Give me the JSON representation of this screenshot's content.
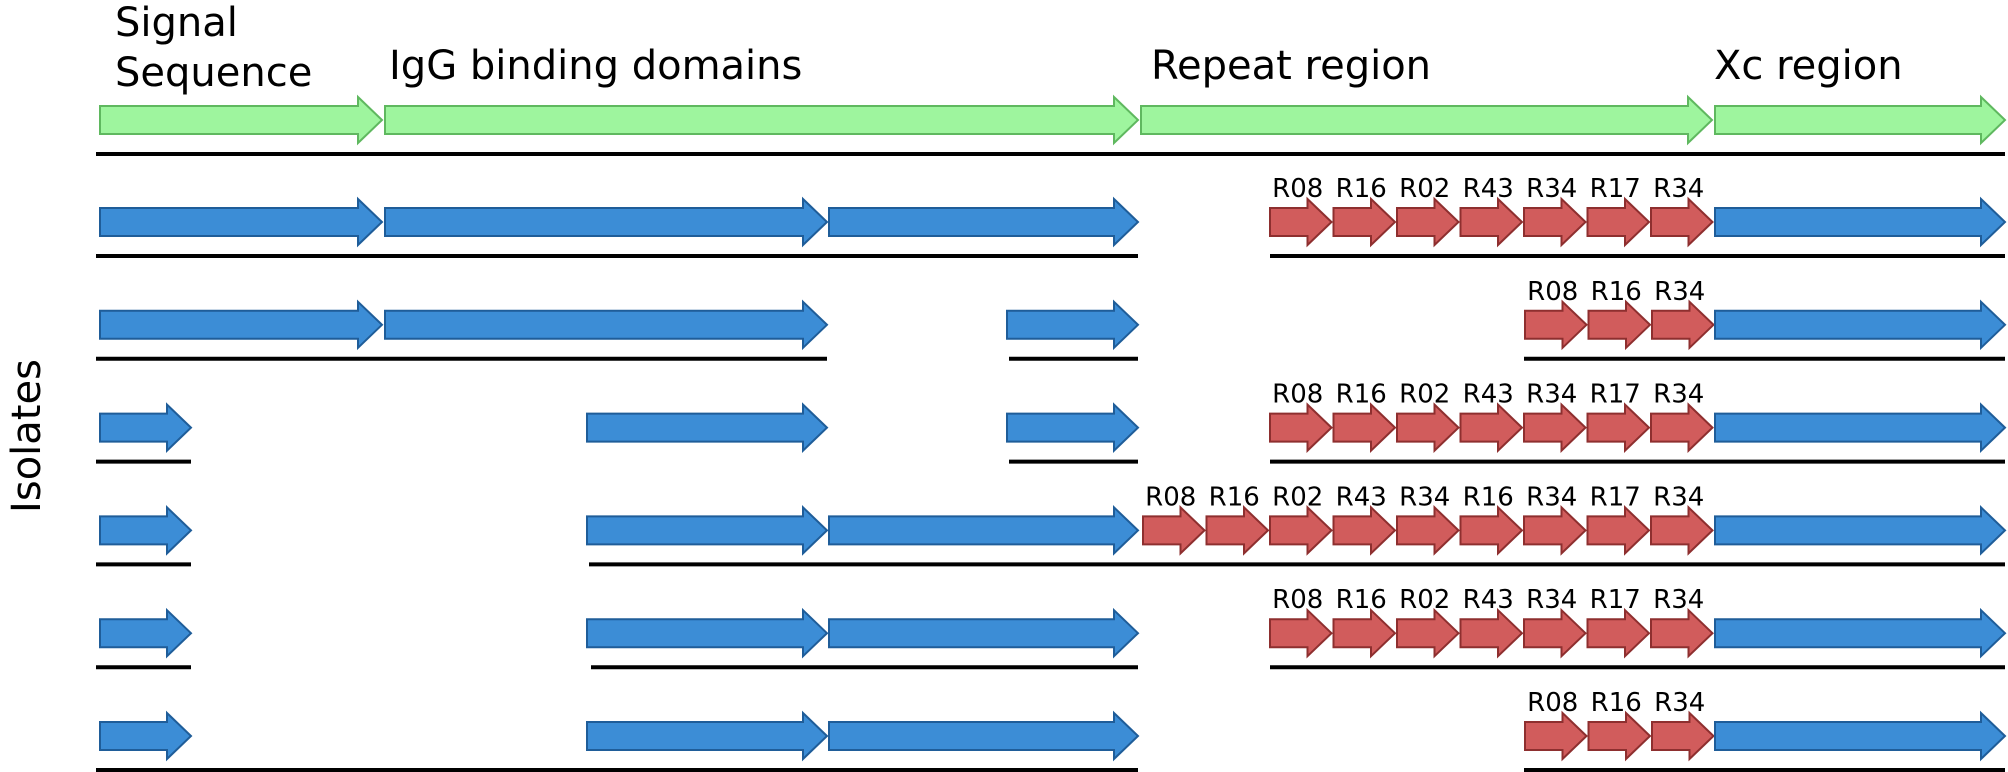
{
  "diagram": {
    "y_axis_label": "Isolates",
    "colors": {
      "domain_track": "#9ef59e",
      "domain_track_stroke": "#5fb85f",
      "segment": "#3c8dd6",
      "segment_stroke": "#1f5d99",
      "repeat": "#d15c5c",
      "repeat_stroke": "#8e2f2f",
      "line": "#000000"
    },
    "regions": [
      {
        "name": "signal",
        "label_lines": [
          "Signal",
          "Sequence"
        ]
      },
      {
        "name": "igg",
        "label_lines": [
          "IgG binding domains"
        ]
      },
      {
        "name": "repeat",
        "label_lines": [
          "Repeat region"
        ]
      },
      {
        "name": "xc",
        "label_lines": [
          "Xc region"
        ]
      }
    ],
    "isolates": [
      {
        "repeats": [
          "R08",
          "R16",
          "R02",
          "R43",
          "R34",
          "R17",
          "R34"
        ]
      },
      {
        "repeats": [
          "R08",
          "R16",
          "R34"
        ]
      },
      {
        "repeats": [
          "R08",
          "R16",
          "R02",
          "R43",
          "R34",
          "R17",
          "R34"
        ]
      },
      {
        "repeats": [
          "R08",
          "R16",
          "R02",
          "R43",
          "R34",
          "R16",
          "R34",
          "R17",
          "R34"
        ]
      },
      {
        "repeats": [
          "R08",
          "R16",
          "R02",
          "R43",
          "R34",
          "R17",
          "R34"
        ]
      },
      {
        "repeats": [
          "R08",
          "R16",
          "R34"
        ]
      }
    ]
  }
}
